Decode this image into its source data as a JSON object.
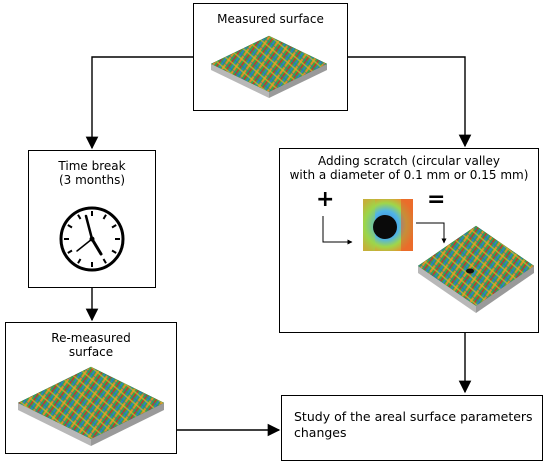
{
  "nodes": {
    "measured": {
      "label": "Measured surface"
    },
    "time_break": {
      "label": "Time break\n(3 months)",
      "icon": "clock-icon"
    },
    "remeasured": {
      "label": "Re-measured\nsurface"
    },
    "scratch": {
      "label": "Adding scratch (circular valley\nwith a diameter of 0.1 mm or 0.15 mm)",
      "plus": "+",
      "equals": "="
    },
    "study": {
      "label": "Study of the areal surface parameters\nchanges"
    }
  },
  "edges": [
    {
      "from": "measured",
      "to": "time_break"
    },
    {
      "from": "measured",
      "to": "scratch"
    },
    {
      "from": "time_break",
      "to": "remeasured"
    },
    {
      "from": "remeasured",
      "to": "study"
    },
    {
      "from": "scratch",
      "to": "study"
    }
  ],
  "colors": {
    "stroke": "#000000",
    "surface_green": "#2fa84f",
    "surface_orange": "#e0852a",
    "surface_red": "#c83222",
    "surface_blue": "#2a7fd0",
    "base_gray": "#b8b8b8"
  }
}
